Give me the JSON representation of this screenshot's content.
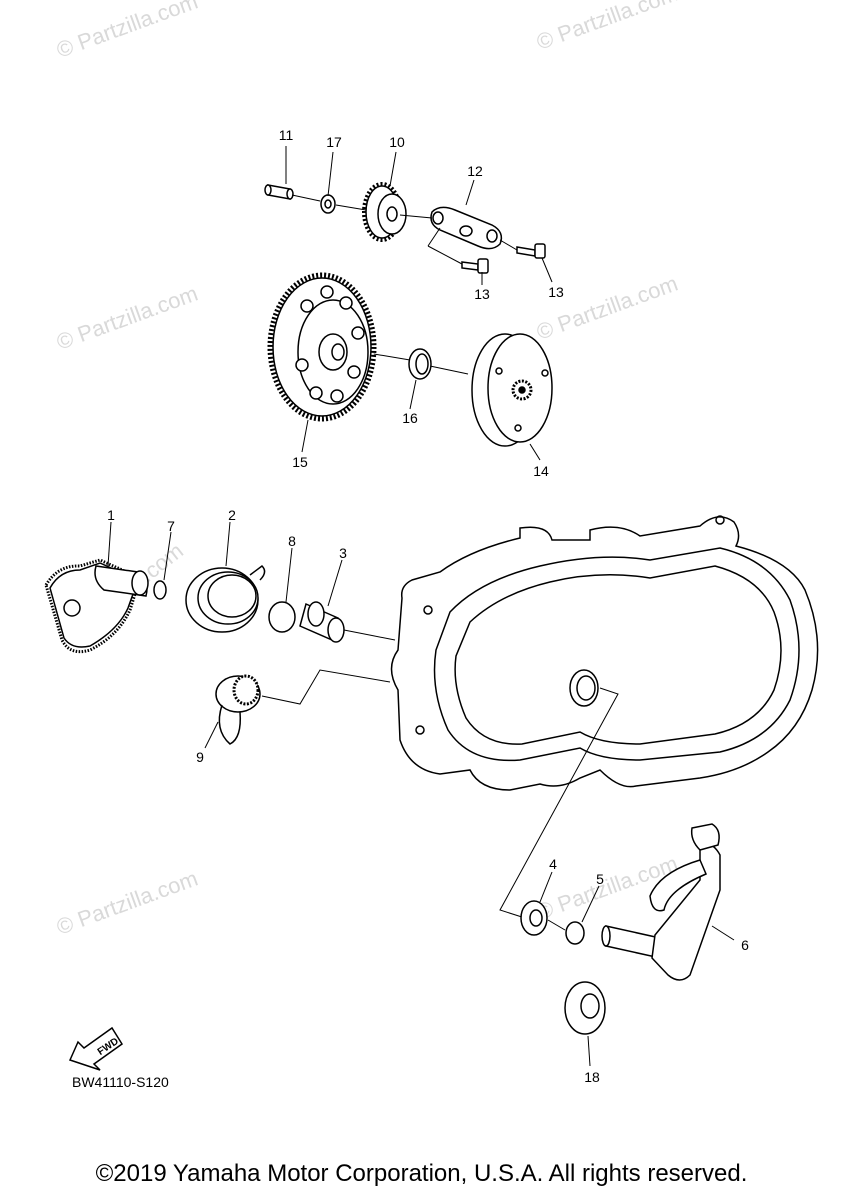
{
  "watermark": "© Partzilla.com",
  "callouts": {
    "p1": "1",
    "p2": "2",
    "p3": "3",
    "p4": "4",
    "p5": "5",
    "p6": "6",
    "p7": "7",
    "p8": "8",
    "p9": "9",
    "p10": "10",
    "p11": "11",
    "p12": "12",
    "p13a": "13",
    "p13b": "13",
    "p14": "14",
    "p15": "15",
    "p16": "16",
    "p17": "17",
    "p18": "18"
  },
  "fwd_label": "FWD",
  "diagram_code": "BW41110-S120",
  "copyright": "©2019 Yamaha Motor Corporation, U.S.A. All rights reserved."
}
